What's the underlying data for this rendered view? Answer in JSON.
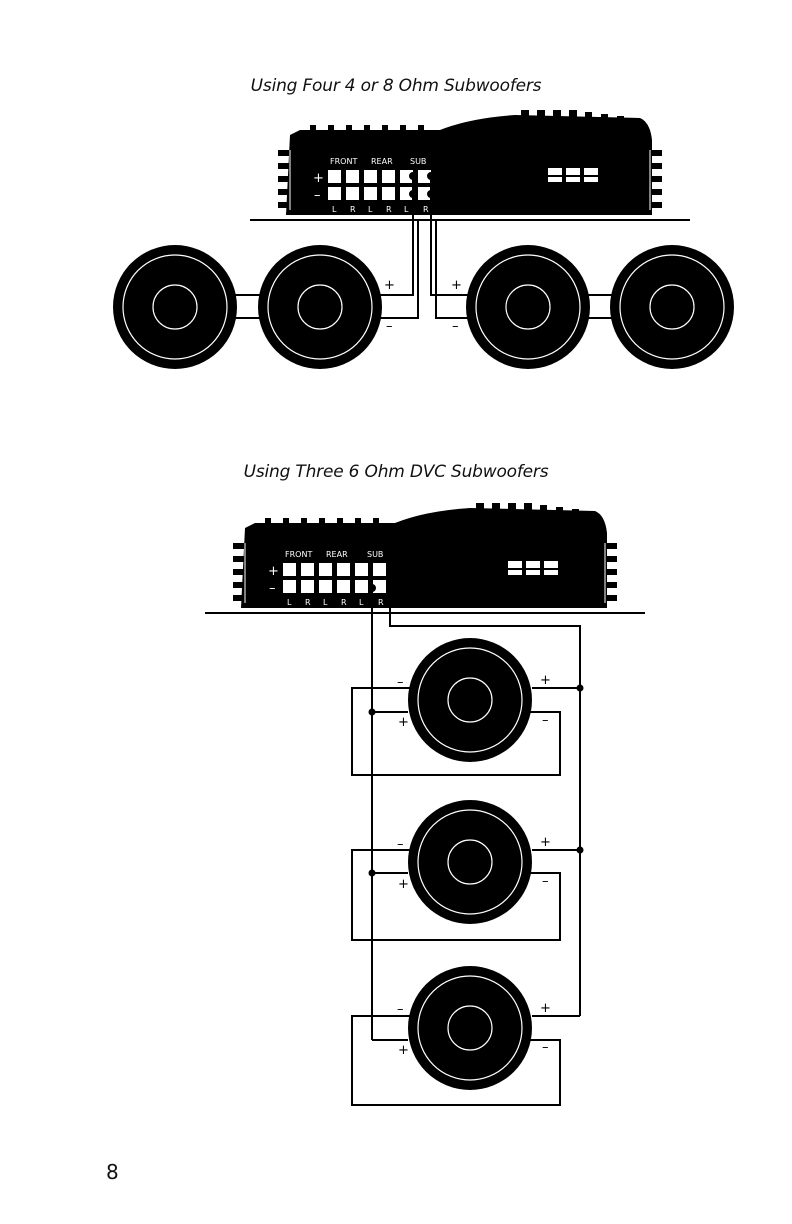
{
  "diagram1": {
    "title": "Using Four 4 or 8 Ohm Subwoofers",
    "amp": {
      "group_labels": [
        "FRONT",
        "REAR",
        "SUB"
      ],
      "channel_labels": [
        "L",
        "R",
        "L",
        "R",
        "L",
        "R"
      ],
      "terminal_signs": [
        "+",
        "–"
      ]
    },
    "speaker_signs": [
      "+",
      "–",
      "+",
      "–"
    ]
  },
  "diagram2": {
    "title": "Using Three 6 Ohm DVC Subwoofers",
    "amp": {
      "group_labels": [
        "FRONT",
        "REAR",
        "SUB"
      ],
      "channel_labels": [
        "L",
        "R",
        "L",
        "R",
        "L",
        "R"
      ],
      "terminal_signs": [
        "+",
        "–"
      ]
    },
    "speaker_signs": [
      "–",
      "+",
      "+",
      "–"
    ]
  },
  "page_number": "8"
}
